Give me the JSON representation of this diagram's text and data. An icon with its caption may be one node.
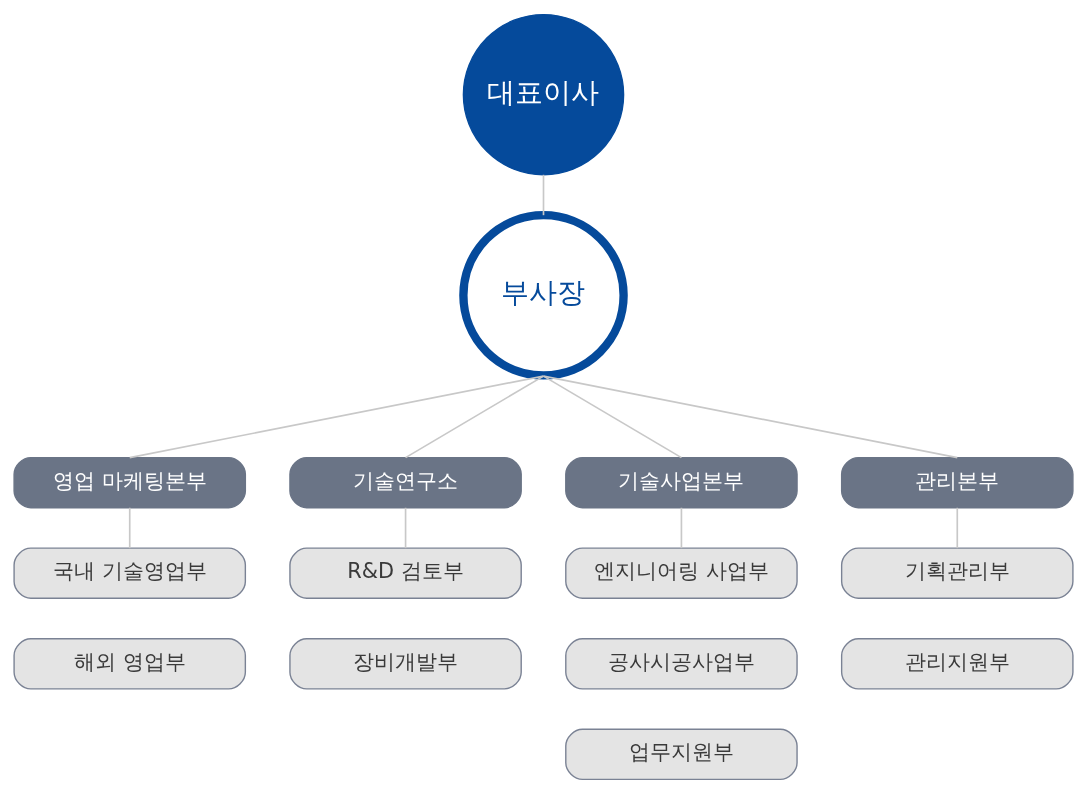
{
  "diagram": {
    "nodes": [
      {
        "text": [
          "대표이사"
        ]
      },
      {
        "text": [
          "부사장"
        ]
      },
      {
        "text": [
          "영업 마케팅본부"
        ]
      },
      {
        "text": [
          "국내 기술영업부"
        ]
      },
      {
        "text": [
          "해외 영업부"
        ]
      },
      {
        "text": [
          "기술연구소"
        ]
      },
      {
        "text": [
          "R&D 검토부"
        ]
      },
      {
        "text": [
          "장비개발부"
        ]
      },
      {
        "text": [
          "기술사업본부"
        ]
      },
      {
        "text": [
          "엔지니어링 사업부"
        ]
      },
      {
        "text": [
          "공사시공사업부"
        ]
      },
      {
        "text": [
          "업무지원부"
        ]
      },
      {
        "text": [
          "관리본부"
        ]
      },
      {
        "text": [
          "기획관리부"
        ]
      },
      {
        "text": [
          "관리지원부"
        ]
      }
    ],
    "edges": [
      {
        "from": 0,
        "to": 1,
        "arrow": "none"
      },
      {
        "from": 1,
        "to": 2,
        "arrow": "none"
      },
      {
        "from": 1,
        "to": 5,
        "arrow": "none"
      },
      {
        "from": 1,
        "to": 8,
        "arrow": "none"
      },
      {
        "from": 1,
        "to": 12,
        "arrow": "none"
      },
      {
        "from": 2,
        "to": 3,
        "arrow": "none"
      },
      {
        "from": 5,
        "to": 6,
        "arrow": "none"
      },
      {
        "from": 8,
        "to": 9,
        "arrow": "none"
      },
      {
        "from": 12,
        "to": 13,
        "arrow": "none"
      }
    ]
  }
}
